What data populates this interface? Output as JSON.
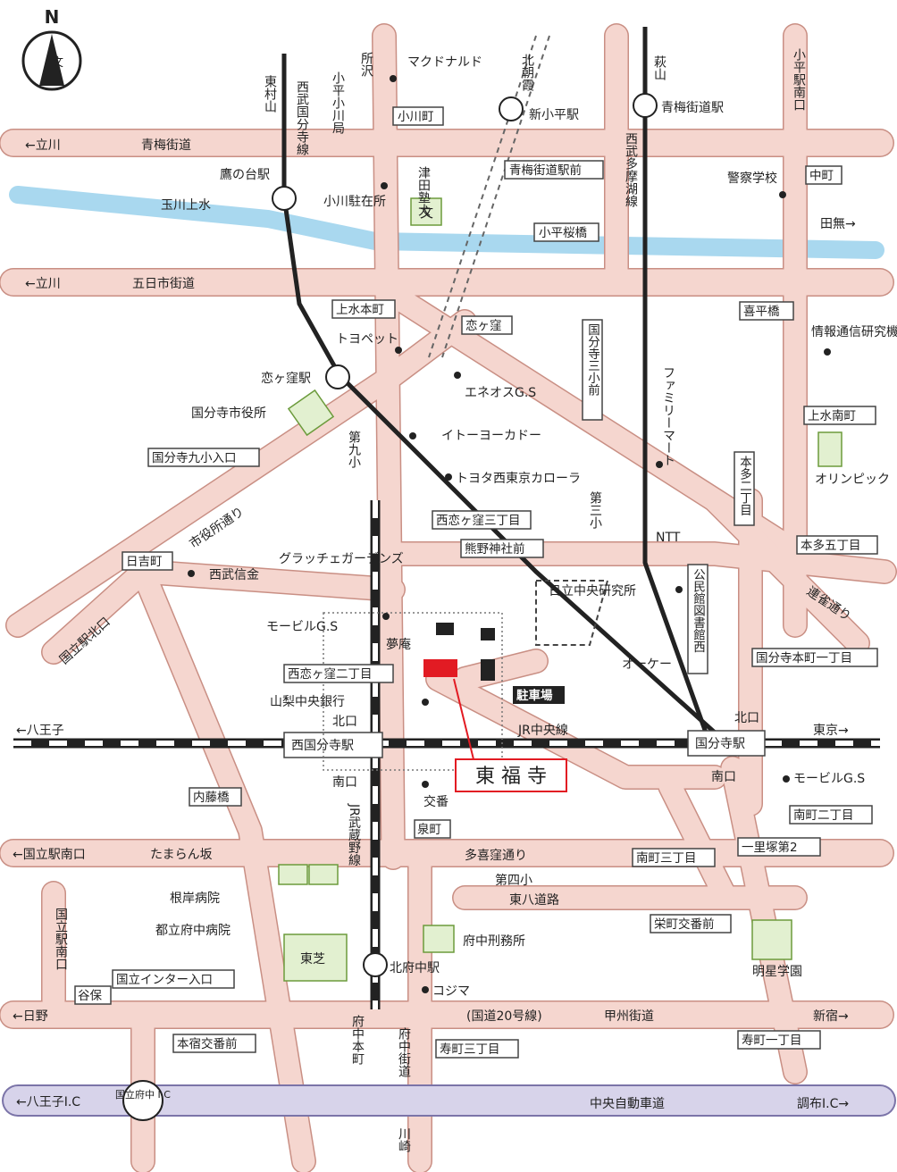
{
  "north": "N",
  "stations": {
    "takanodai": "鷹の台駅",
    "shinkodaira": "新小平駅",
    "omekaido_st": "青梅街道駅",
    "koigakubo": "恋ヶ窪駅",
    "nishikokubunji": "西国分寺駅",
    "kokubunji": "国分寺駅",
    "kitafuchu": "北府中駅"
  },
  "lines": {
    "seibu_kokubunji": "西武国分寺線",
    "seibu_tamako": "西武多摩湖線",
    "jr_chuo": "JR中央線",
    "jr_musashino": "JR武蔵野線",
    "kitaasaka": "北朝霞",
    "chuo_expressway": "中央自動車道"
  },
  "roads": {
    "ome_kaido": "青梅街道",
    "itsukaichi": "五日市街道",
    "tamagawa": "玉川上水",
    "shiyakusho_dori": "市役所通り",
    "rentaku_dori": "連雀通り",
    "takikubo_dori": "多喜窪通り",
    "higashi_hachido": "東八道路",
    "koshu_kaido": "甲州街道",
    "route20": "(国道20号線)",
    "tamaran_zaka": "たまらん坂",
    "fuchu_honmachi": "府中本町",
    "fuchu_kaido": "府中街道"
  },
  "directions": {
    "tachikawa1": "←立川",
    "tachikawa2": "←立川",
    "hachioji": "←八王子",
    "kunitachi_south": "←国立駅南口",
    "hino": "←日野",
    "hachioji_ic": "←八王子I.C",
    "tokorozawa": "所沢",
    "higashimurayama": "東村山",
    "haginoyama": "萩山",
    "kodaira_south": "小平駅南口",
    "tanashi": "田無→",
    "tokyo": "東京→",
    "shinjuku": "新宿→",
    "chofu_ic": "調布I.C→",
    "kunitachi_south_v": "国立駅南口",
    "kawasaki": "川崎"
  },
  "intersections": {
    "ogawacho": "小川町",
    "omekaido_ekimae": "青梅街道駅前",
    "kodaira_sakurabashi": "小平桜橋",
    "nakamachi": "中町",
    "kiheibashi": "喜平橋",
    "josui_honcho": "上水本町",
    "koigakubo": "恋ヶ窪",
    "kokubunji_sanshomae": "国分寺三小前",
    "josui_minamicho": "上水南町",
    "kyushou_iriguchi": "国分寺九小入口",
    "nishikoigakubo3": "西恋ヶ窪三丁目",
    "kumano_jinja": "熊野神社前",
    "hiyoshicho": "日吉町",
    "honda2": "本多二丁目",
    "honda5": "本多五丁目",
    "kunitachi_kitaguchi": "国立駅北口",
    "honmachi1": "国分寺本町一丁目",
    "nishikoigakubo2": "西恋ヶ窪二丁目",
    "naitobashi": "内藤橋",
    "izumicho": "泉町",
    "minamicho3": "南町三丁目",
    "minamicho2": "南町二丁目",
    "ichirizuka": "一里塚第2",
    "sakaecho": "栄町交番前",
    "kunitachi_inter": "国立インター入口",
    "yaho": "谷保",
    "motojuku": "本宿交番前",
    "kotobuki3": "寿町三丁目",
    "kotobuki1": "寿町一丁目",
    "kunitachi_fuchu_ic": "国立府中 I.C"
  },
  "landmarks": {
    "mcdonalds": "マクドナルド",
    "kodaira_ogawa_po": "小平小川局",
    "ogawa_police": "小川駐在所",
    "tsudajuku": "津田塾大",
    "school_mark": "文",
    "keisatsu": "警察学校",
    "toyopet": "トヨペット",
    "joho_tsushin": "情報通信研究機構",
    "city_hall": "国分寺市役所",
    "eneos": "エネオスG.S",
    "itoyokado": "イトーヨーカドー",
    "toyota": "トヨタ西東京カローラ",
    "familymart": "ファミリーマート",
    "olympic": "オリンピック",
    "dai9sho": "第九小",
    "dai3sho": "第三小",
    "seibu_shinkin": "西武信金",
    "gracche": "グラッチェガーデンズ",
    "ntt": "NTT",
    "hitachi": "日立中央研究所",
    "library": "公民館図書館西",
    "mobil1": "モービルG.S",
    "yumean": "夢庵",
    "okay": "オーケー",
    "parking": "駐車場",
    "yamanashi": "山梨中央銀行",
    "kitaguchi1": "北口",
    "minamiguchi1": "南口",
    "kitaguchi2": "北口",
    "minamiguchi2": "南口",
    "koban": "交番",
    "mobil2": "モービルG.S",
    "dai4sho": "第四小",
    "negishi": "根岸病院",
    "fuchu_hospital": "都立府中病院",
    "fuchu_prison": "府中刑務所",
    "toshiba": "東芝",
    "meisei": "明星学園",
    "kojima": "コジマ",
    "target": "東 福 寺"
  },
  "colors": {
    "road": "#f5d6cf",
    "road_edge": "#c98f84",
    "river": "#a9d8ef",
    "expressway": "#d7d3ea",
    "target": "#e21b23"
  }
}
